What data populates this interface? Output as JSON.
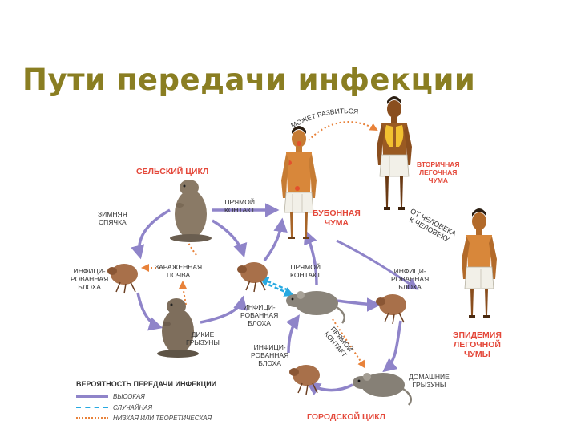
{
  "title": "Пути передачи инфекции",
  "labels": {
    "rural_cycle": "СЕЛЬСКИЙ ЦИКЛ",
    "hibernation": "ЗИМНЯЯ\nСПЯЧКА",
    "direct_contact_top": "ПРЯМОЙ\nКОНТАКТ",
    "bubonic_plague": "БУБОННАЯ\nЧУМА",
    "may_develop": "МОЖЕТ РАЗВИТЬСЯ",
    "secondary_pneumonic": "ВТОРИЧНАЯ\nЛЕГОЧНАЯ\nЧУМА",
    "person_to_person": "ОТ ЧЕЛОВЕКА\nК ЧЕЛОВЕКУ",
    "infected_flea_left": "ИНФИЦИ-\nРОВАННАЯ\nБЛОХА",
    "infected_soil": "ЗАРАЖЕННАЯ\nПОЧВА",
    "direct_contact_mid": "ПРЯМОЙ\nКОНТАКТ",
    "infected_flea_right": "ИНФИЦИ-\nРОВАННАЯ\nБЛОХА",
    "infected_flea_center": "ИНФИЦИ-\nРОВАННАЯ\nБЛОХА",
    "wild_rodents": "ДИКИЕ\nГРЫЗУНЫ",
    "direct_contact_diag": "ПРЯМОЙ\nКОНТАКТ",
    "pneumonic_epidemic": "ЭПИДЕМИЯ\nЛЕГОЧНОЙ\nЧУМЫ",
    "infected_flea_bottom": "ИНФИЦИ-\nРОВАННАЯ\nБЛОХА",
    "domestic_rodents": "ДОМАШНИЕ\nГРЫЗУНЫ",
    "urban_cycle": "ГОРОДСКОЙ ЦИКЛ"
  },
  "legend": {
    "title": "ВЕРОЯТНОСТЬ ПЕРЕДАЧИ ИНФЕКЦИИ",
    "items": [
      {
        "label": "ВЫСОКАЯ",
        "color": "#8f84c9",
        "style": "solid"
      },
      {
        "label": "СЛУЧАЙНАЯ",
        "color": "#27a9e1",
        "style": "dashed"
      },
      {
        "label": "НИЗКАЯ ИЛИ ТЕОРЕТИЧЕСКАЯ",
        "color": "#e8823a",
        "style": "dotted"
      }
    ]
  },
  "colors": {
    "title": "#8a7e22",
    "red_label": "#e4483a",
    "high_arrow": "#8f84c9",
    "random_arrow": "#27a9e1",
    "low_arrow": "#e8823a",
    "skin": "#d8873a",
    "animal": "#8a7a66",
    "flea": "#a8704a"
  }
}
